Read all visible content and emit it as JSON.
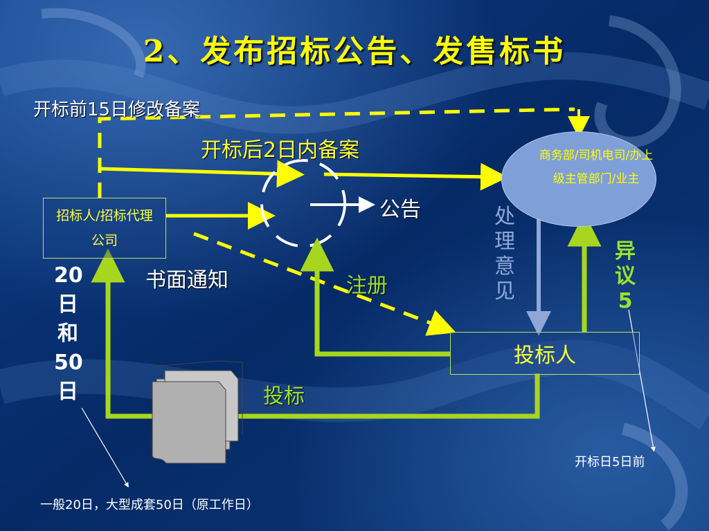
{
  "title": "2、发布招标公告、发售标书",
  "nodes": {
    "tenderer": "招标人/招标代理公司",
    "department": "商务部/司机电司/办上级主管部门/业主",
    "bidder": "投标人"
  },
  "labels": {
    "amend_15": "开标前15日修改备案",
    "filing_2": "开标后2日内备案",
    "announcement": "公告",
    "written_notice": "书面通知",
    "register": "注册",
    "bid": "投标",
    "handling_opinion": "处理意见",
    "objection": "异议5",
    "days_20_50": "20日和50日",
    "five_days_before": "开标日5日前",
    "footnote": "一般20日，大型成套50日（原工作日）"
  },
  "colors": {
    "accent_yellow": "#ffff00",
    "line_green": "#a8d61e",
    "opinion_arrow": "#8fa8d8",
    "ellipse_fill": "#7f9fd8"
  }
}
